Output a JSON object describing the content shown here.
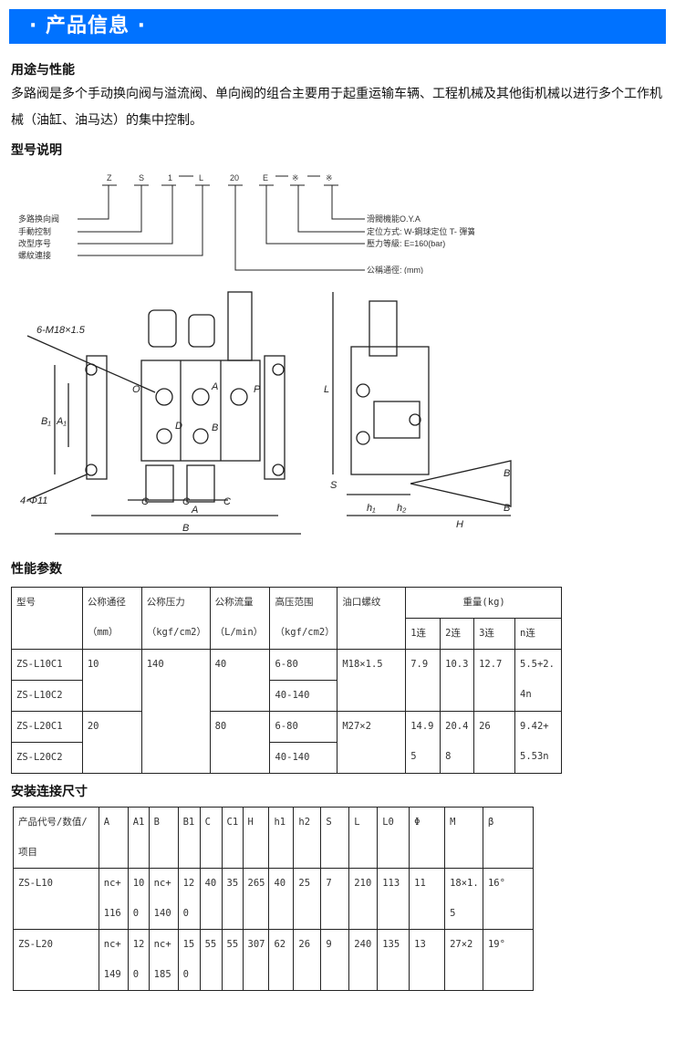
{
  "banner": {
    "title": "· 产品信息 ·",
    "color": "#0072ff"
  },
  "usage": {
    "heading": "用途与性能",
    "text": "多路阀是多个手动换向阀与溢流阀、单向阀的组合主要用于起重运输车辆、工程机械及其他街机械以进行多个工作机械（油缸、油马达）的集中控制。"
  },
  "model": {
    "heading": "型号说明",
    "code": [
      "Z",
      "S",
      "1",
      "L",
      "20",
      "E",
      "※",
      "※"
    ],
    "left_labels": [
      "多路换向阀",
      "手動控制",
      "改型序号",
      "螺紋連接"
    ],
    "right_labels": [
      "滑閥機能O.Y.A",
      "定位方式: W-鋼球定位 T- 彈簧復位",
      "壓力等級: E=160(bar)",
      "公稱通徑: (mm)"
    ]
  },
  "drawing": {
    "labels": {
      "thread": "6-M18×1.5",
      "holes": "4-Φ11",
      "A": "A",
      "B": "B",
      "C": "C",
      "B1": "B₁",
      "A1": "A₁",
      "L": "L",
      "H": "H",
      "h1": "h₁",
      "h2": "h₂",
      "S": "S",
      "O": "O",
      "P": "P",
      "a": "A",
      "b": "B",
      "d": "D"
    }
  },
  "perf": {
    "heading": "性能参数",
    "headers": [
      "型号",
      "公称通径",
      "公称压力",
      "公称流量",
      "高压范围",
      "油口螺纹",
      "重量(kg)"
    ],
    "units": [
      "（mm）",
      "（kgf/cm2）",
      "（L/min）",
      "（kgf/cm2）"
    ],
    "weight_cols": [
      "1连",
      "2连",
      "3连",
      "n连"
    ],
    "rows": [
      {
        "model": "ZS-L10C1",
        "dia": "10",
        "pressure": "140",
        "flow": "40",
        "range": "6-80",
        "thread": "M18×1.5",
        "w1": "7.9",
        "w2": "10.3",
        "w3": "12.7",
        "wn": "5.5+2.4n"
      },
      {
        "model": "ZS-L10C2",
        "range": "40-140"
      },
      {
        "model": "ZS-L20C1",
        "dia": "20",
        "flow": "80",
        "range": "6-80",
        "thread": "M27×2",
        "w1": "14.95",
        "w2": "20.48",
        "w3": "26",
        "wn": "9.42+5.53n"
      },
      {
        "model": "ZS-L20C2",
        "range": "40-140"
      }
    ]
  },
  "install": {
    "heading": "安装连接尺寸",
    "headers": [
      "产品代号/数值/项目",
      "A",
      "A1",
      "B",
      "B1",
      "C",
      "C1",
      "H",
      "h1",
      "h2",
      "S",
      "L",
      "L0",
      "Φ",
      "M",
      "β"
    ],
    "rows": [
      [
        "ZS-L10",
        "nc+116",
        "100",
        "nc+140",
        "120",
        "40",
        "35",
        "265",
        "40",
        "25",
        "7",
        "210",
        "113",
        "11",
        "18×1.5",
        "16°"
      ],
      [
        "ZS-L20",
        "nc+149",
        "120",
        "nc+185",
        "150",
        "55",
        "55",
        "307",
        "62",
        "26",
        "9",
        "240",
        "135",
        "13",
        "27×2",
        "19°"
      ]
    ]
  }
}
